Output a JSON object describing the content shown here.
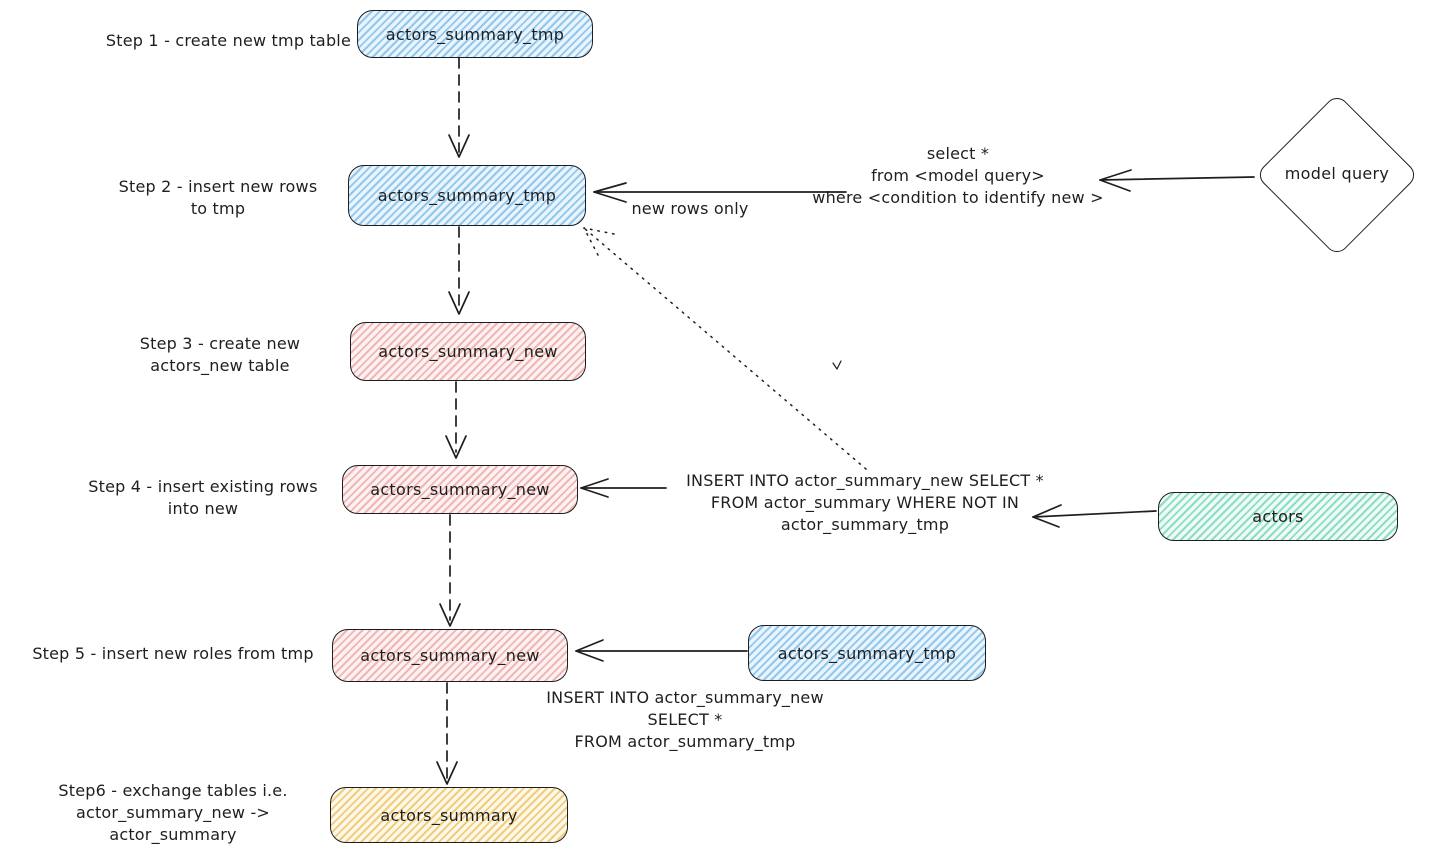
{
  "colors": {
    "stroke": "#1e1e1e",
    "blue_fill": "#a5d8ff",
    "pink_fill": "#ffc9c9",
    "green_fill": "#96f2d7",
    "yellow_fill": "#ffec99"
  },
  "steps": [
    {
      "label": "Step 1 - create new tmp table",
      "node": "actors_summary_tmp"
    },
    {
      "label": "Step 2 - insert new rows\nto tmp",
      "node": "actors_summary_tmp"
    },
    {
      "label": "Step 3 - create new\nactors_new table",
      "node": "actors_summary_new"
    },
    {
      "label": "Step 4 - insert existing rows\ninto new",
      "node": "actors_summary_new"
    },
    {
      "label": "Step 5 - insert new roles from tmp",
      "node": "actors_summary_new"
    },
    {
      "label": "Step6 - exchange tables i.e.\nactor_summary_new -> actor_summary",
      "node": "actors_summary"
    }
  ],
  "side_nodes": {
    "model_query": "model query",
    "actors": "actors",
    "tmp_source": "actors_summary_tmp"
  },
  "annotations": {
    "select_query": "select *\nfrom <model query>\nwhere <condition to identify new >",
    "new_rows_only": "new rows only",
    "insert_not_in": "INSERT INTO actor_summary_new SELECT *\nFROM actor_summary WHERE NOT IN\nactor_summary_tmp",
    "insert_from_tmp": "INSERT INTO actor_summary_new\nSELECT *\nFROM actor_summary_tmp"
  }
}
